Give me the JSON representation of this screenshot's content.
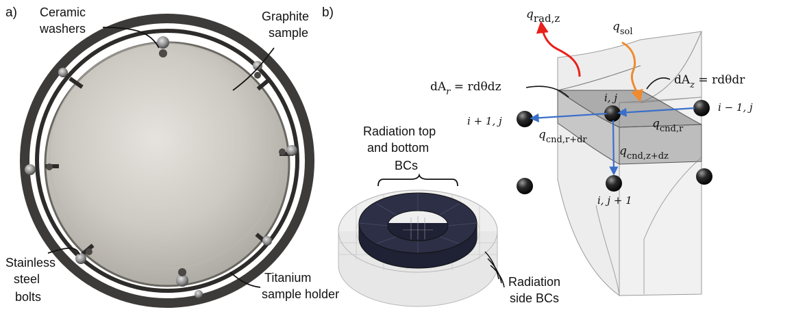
{
  "panel_a": {
    "label": "a)",
    "callouts": {
      "ceramic_line1": "Ceramic",
      "ceramic_line2": "washers",
      "graphite_line1": "Graphite",
      "graphite_line2": "sample",
      "stainless_line1": "Stainless",
      "stainless_line2": "steel",
      "stainless_line3": "bolts",
      "titanium_line1": "Titanium",
      "titanium_line2": "sample holder"
    }
  },
  "panel_b": {
    "label": "b)",
    "model_labels": {
      "top_bottom_line1": "Radiation top",
      "top_bottom_line2": "and bottom",
      "top_bottom_line3": "BCs",
      "side_line1": "Radiation",
      "side_line2": "side BCs"
    },
    "equations": {
      "q_rad_z": "q",
      "q_rad_z_sub": "rad,z",
      "q_sol": "q",
      "q_sol_sub": "sol",
      "dA_z": "dA",
      "dA_z_sub": "z",
      "dA_z_rhs": " = rdθdr",
      "dA_r": "dA",
      "dA_r_sub": "r",
      "dA_r_rhs": " = rdθdz",
      "q_cnd_r": "q",
      "q_cnd_r_sub": "cnd,r",
      "q_cnd_r_dr": "q",
      "q_cnd_r_dr_sub": "cnd,r+dr",
      "q_cnd_z_dz": "q",
      "q_cnd_z_dz_sub": "cnd,z+dz"
    },
    "nodes": {
      "center": "i, j",
      "left": "i + 1, j",
      "right": "i − 1, j",
      "below": "i, j + 1"
    }
  },
  "colors": {
    "rad_arrow": "#e8201c",
    "sol_arrow": "#ef8a2e",
    "cnd_arrow": "#3b6fc9",
    "ring_dark": "#2c2f45"
  }
}
